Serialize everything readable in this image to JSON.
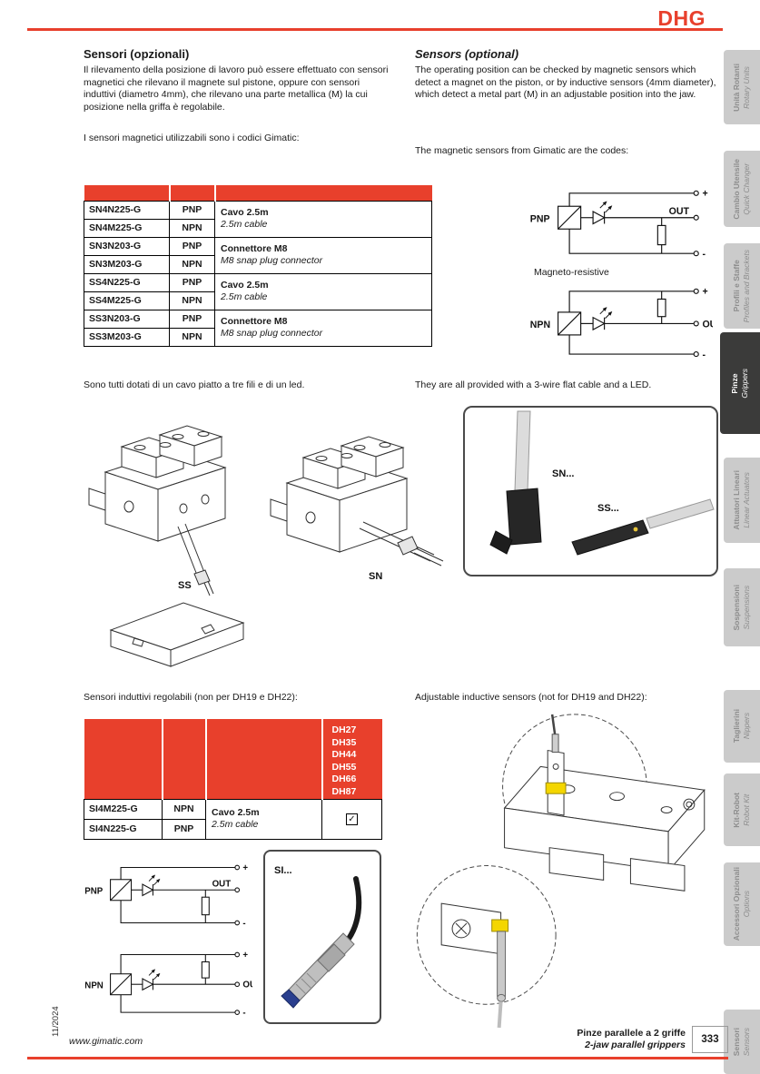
{
  "page": {
    "brand": "DHG",
    "date": "11/2024",
    "website": "www.gimatic.com",
    "footer_line_it": "Pinze parallele a 2 griffe",
    "footer_line_en": "2-jaw parallel grippers",
    "page_number": "333"
  },
  "colors": {
    "accent_red": "#e8402c",
    "sidebar_active_bg": "#3b3b3a",
    "highlight_yellow": "#f4d600"
  },
  "sidebar": {
    "items": [
      {
        "it": "Unità Rotanti",
        "en": "Rotary Units",
        "active": false
      },
      {
        "it": "Cambio Utensile",
        "en": "Quick Changer",
        "active": false
      },
      {
        "it": "Profili e Staffe",
        "en": "Profiles and Brackets",
        "active": false
      },
      {
        "it": "Pinze",
        "en": "Grippers",
        "active": true
      },
      {
        "it": "Attuatori Lineari",
        "en": "Linear Actuators",
        "active": false
      },
      {
        "it": "Sospensioni",
        "en": "Suspensions",
        "active": false
      },
      {
        "it": "Taglierini",
        "en": "Nippers",
        "active": false
      },
      {
        "it": "Kit-Robot",
        "en": "Robot Kit",
        "active": false
      },
      {
        "it": "Accessori Opzionali",
        "en": "Options",
        "active": false
      },
      {
        "it": "Sensori",
        "en": "Sensors",
        "active": false
      }
    ]
  },
  "intro": {
    "heading_it": "Sensori (opzionali)",
    "heading_en": "Sensors (optional)",
    "body_it": "Il rilevamento della posizione di lavoro può essere effettuato con sensori magnetici che rilevano il magnete sul pistone, oppure con sensori induttivi (diametro 4mm), che rilevano una parte metallica (M) la cui posizione nella griffa è regolabile.",
    "body_en": "The operating position can be checked by magnetic sensors which detect a magnet on the piston, or by inductive sensors (4mm diameter), which detect a metal part (M) in an adjustable position into the jaw.",
    "codes_it": "I sensori magnetici utilizzabili sono i codici Gimatic:",
    "codes_en": "The magnetic sensors from Gimatic are the codes:"
  },
  "captions": {
    "flat_cable_it": "Sono tutti dotati di un cavo piatto a tre fili e di un led.",
    "flat_cable_en": "They are all provided with a 3-wire flat cable and a LED.",
    "inductive_it": "Sensori induttivi regolabili (non per DH19 e DH22):",
    "inductive_en": "Adjustable inductive sensors (not for DH19 and DH22):"
  },
  "magnetic_table": {
    "groups": [
      {
        "code1": "SN4N225-G",
        "type1": "PNP",
        "code2": "SN4M225-G",
        "type2": "NPN",
        "desc_it": "Cavo 2.5m",
        "desc_en": "2.5m cable"
      },
      {
        "code1": "SN3N203-G",
        "type1": "PNP",
        "code2": "SN3M203-G",
        "type2": "NPN",
        "desc_it": "Connettore M8",
        "desc_en": "M8 snap plug connector"
      },
      {
        "code1": "SS4N225-G",
        "type1": "PNP",
        "code2": "SS4M225-G",
        "type2": "NPN",
        "desc_it": "Cavo 2.5m",
        "desc_en": "2.5m cable"
      },
      {
        "code1": "SS3N203-G",
        "type1": "PNP",
        "code2": "SS3M203-G",
        "type2": "NPN",
        "desc_it": "Connettore M8",
        "desc_en": "M8 snap plug connector"
      }
    ]
  },
  "inductive_table": {
    "dh_models": [
      "DH27",
      "DH35",
      "DH44",
      "DH55",
      "DH66",
      "DH87"
    ],
    "rows": [
      {
        "code": "SI4M225-G",
        "type": "NPN"
      },
      {
        "code": "SI4N225-G",
        "type": "PNP"
      }
    ],
    "desc_it": "Cavo 2.5m",
    "desc_en": "2.5m cable",
    "check": "✓"
  },
  "circuits": {
    "pnp_label": "PNP",
    "npn_label": "NPN",
    "out": "OUT",
    "plus": "+",
    "minus": "-",
    "magneto": "Magneto-resistive"
  },
  "drawings": {
    "ss_label": "SS",
    "sn_label": "SN",
    "sn_photo_label": "SN...",
    "ss_photo_label": "SS...",
    "si_photo_label": "SI..."
  }
}
